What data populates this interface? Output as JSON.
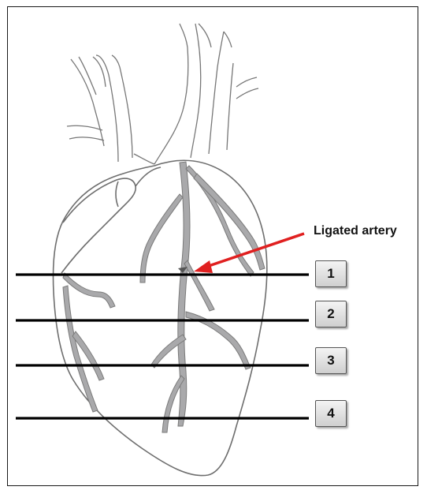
{
  "annotation": {
    "label": "Ligated artery",
    "arrow_color": "#e02020"
  },
  "section_levels": [
    {
      "label": "1"
    },
    {
      "label": "2"
    },
    {
      "label": "3"
    },
    {
      "label": "4"
    }
  ],
  "colors": {
    "line": "#000000",
    "vessel_fill": "#a9a9ab",
    "outline": "#7a7a7a"
  }
}
